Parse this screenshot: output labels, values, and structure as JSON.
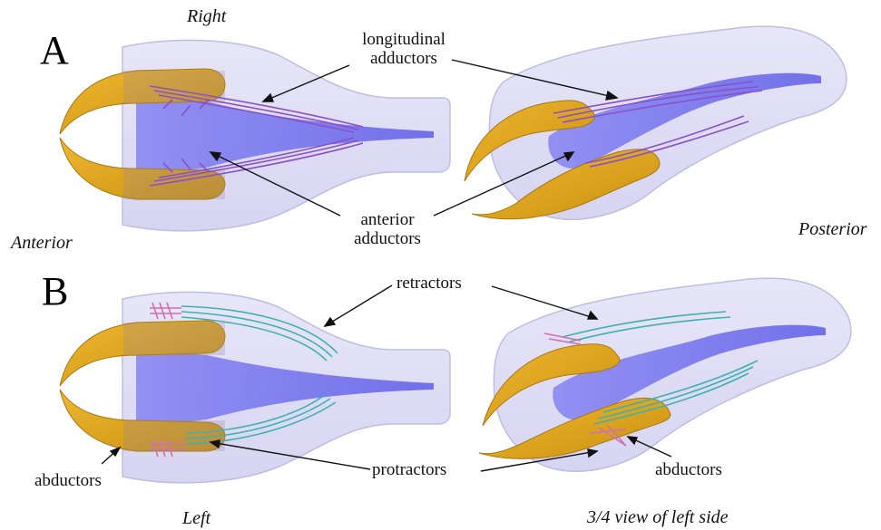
{
  "panels": {
    "a": "A",
    "b": "B"
  },
  "orientation": {
    "right": "Right",
    "anterior": "Anterior",
    "posterior": "Posterior",
    "left": "Left",
    "view": "3/4 view of left side"
  },
  "labels": {
    "longitudinal_adductors": [
      "longitudinal",
      "adductors"
    ],
    "anterior_adductors": [
      "anterior",
      "adductors"
    ],
    "retractors": "retractors",
    "protractors": "protractors",
    "abductors_left": "abductors",
    "abductors_right": "abductors"
  },
  "colors": {
    "body": "#d8d6f2",
    "body_edge": "#b9b6e0",
    "muscle": "#7a78ee",
    "claw": "#d49a1a",
    "claw_overlap": "#b6985e",
    "adductor_fiber": "#8a50c8",
    "retractor_fiber": "#3fb0b0",
    "abductor_fiber": "#d070b0"
  }
}
